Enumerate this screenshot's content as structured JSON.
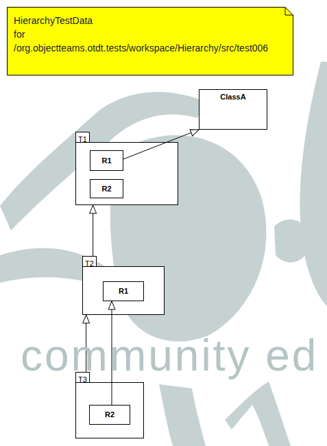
{
  "diagram": {
    "nodes": [
      {
        "text": [
          "HierarchyTestData for /org.objectteams.otdt.tests/workspace/Hierarchy/src/test006"
        ]
      },
      {
        "text": [
          "ClassA"
        ]
      },
      {
        "text": [
          "T1"
        ]
      },
      {
        "text": [
          "R1"
        ],
        "in": 2
      },
      {
        "text": [
          "R2"
        ],
        "in": 2
      },
      {
        "text": [
          "T2"
        ]
      },
      {
        "text": [
          "R1"
        ],
        "in": 5
      },
      {
        "text": [
          "T3"
        ]
      },
      {
        "text": [
          "R2"
        ],
        "in": 7
      }
    ],
    "edges": [
      {
        "from": 3,
        "to": 1,
        "arrow": "to"
      },
      {
        "from": 5,
        "to": 2,
        "arrow": "to"
      },
      {
        "from": 7,
        "to": 5,
        "arrow": "to"
      },
      {
        "from": 8,
        "to": 6,
        "arrow": "to"
      }
    ],
    "labels": [
      "community ed"
    ]
  }
}
